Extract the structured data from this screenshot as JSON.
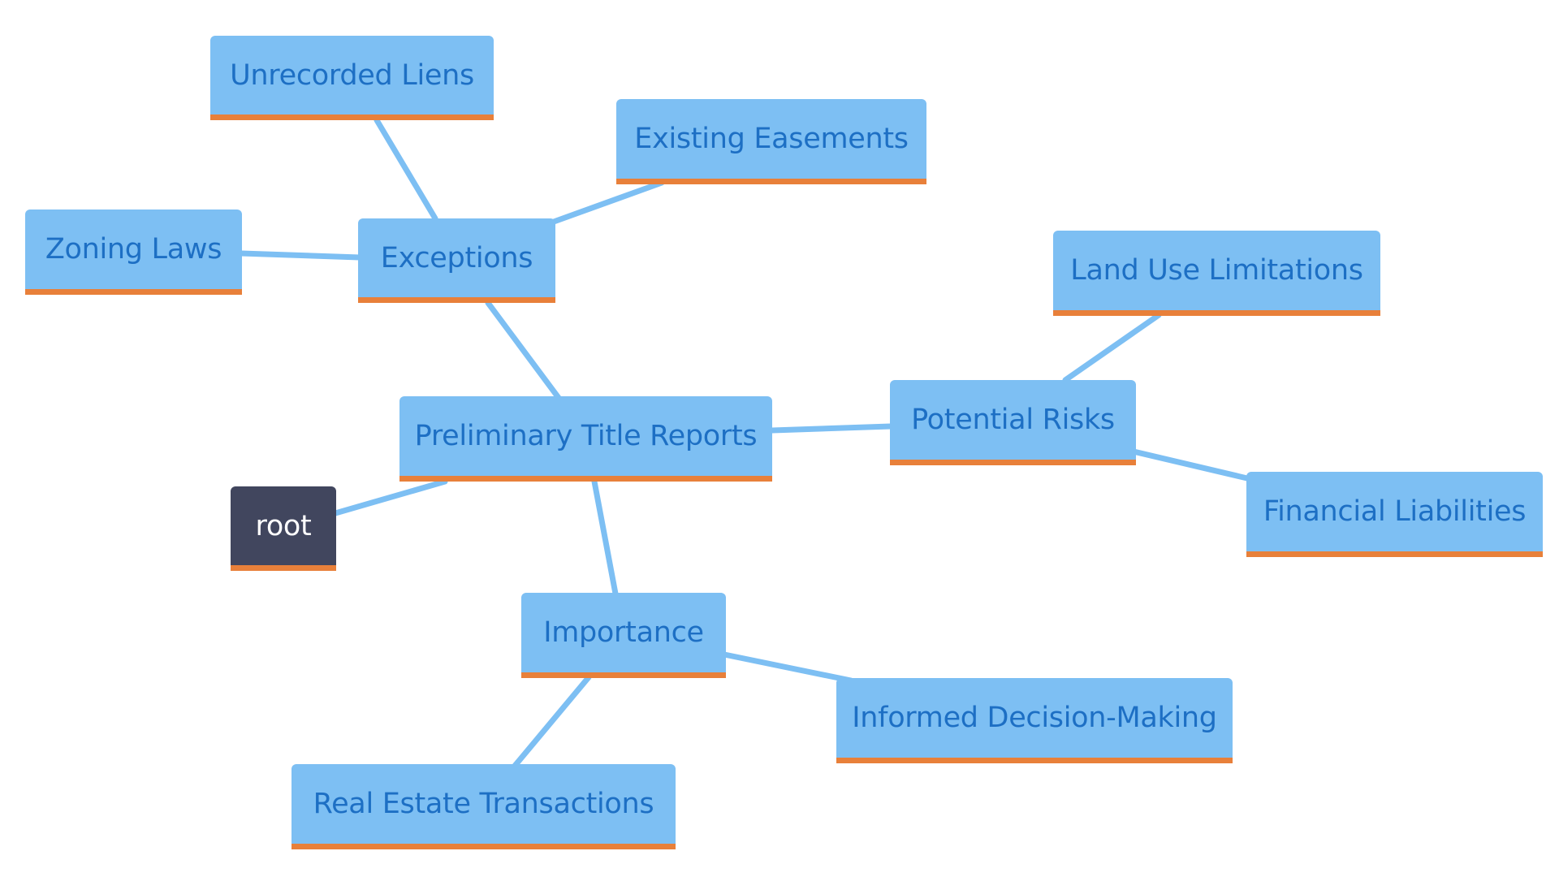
{
  "colors": {
    "node_fill": "#7dbff3",
    "node_text": "#1d6fc4",
    "node_underline": "#e8803a",
    "root_fill": "#41465e",
    "root_text": "#ffffff",
    "edge": "#7dbff3"
  },
  "nodes": {
    "root": "root",
    "preliminary_title_reports": "Preliminary Title Reports",
    "exceptions": "Exceptions",
    "unrecorded_liens": "Unrecorded Liens",
    "existing_easements": "Existing Easements",
    "zoning_laws": "Zoning Laws",
    "potential_risks": "Potential Risks",
    "land_use_limitations": "Land Use Limitations",
    "financial_liabilities": "Financial Liabilities",
    "importance": "Importance",
    "informed_decision_making": "Informed Decision-Making",
    "real_estate_transactions": "Real Estate Transactions"
  },
  "edges": [
    [
      "root",
      "preliminary_title_reports"
    ],
    [
      "preliminary_title_reports",
      "exceptions"
    ],
    [
      "exceptions",
      "unrecorded_liens"
    ],
    [
      "exceptions",
      "existing_easements"
    ],
    [
      "exceptions",
      "zoning_laws"
    ],
    [
      "preliminary_title_reports",
      "potential_risks"
    ],
    [
      "potential_risks",
      "land_use_limitations"
    ],
    [
      "potential_risks",
      "financial_liabilities"
    ],
    [
      "preliminary_title_reports",
      "importance"
    ],
    [
      "importance",
      "informed_decision_making"
    ],
    [
      "importance",
      "real_estate_transactions"
    ]
  ]
}
